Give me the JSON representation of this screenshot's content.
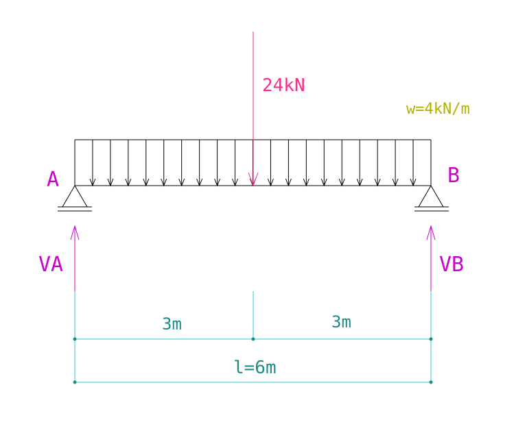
{
  "labels": {
    "point_load": "24kN",
    "distributed_load": "w=4kN/m",
    "support_a": "A",
    "support_b": "B",
    "reaction_a": "VA",
    "reaction_b": "VB",
    "span_left": "3m",
    "span_right": "3m",
    "span_total": "l=6m"
  },
  "colors": {
    "beam": "#000000",
    "point_load": "#ff2a8a",
    "reaction": "#cc00cc",
    "distributed_label": "#b5b000",
    "dimension": "#1f8a8a",
    "dimension_line": "#33cccc"
  }
}
